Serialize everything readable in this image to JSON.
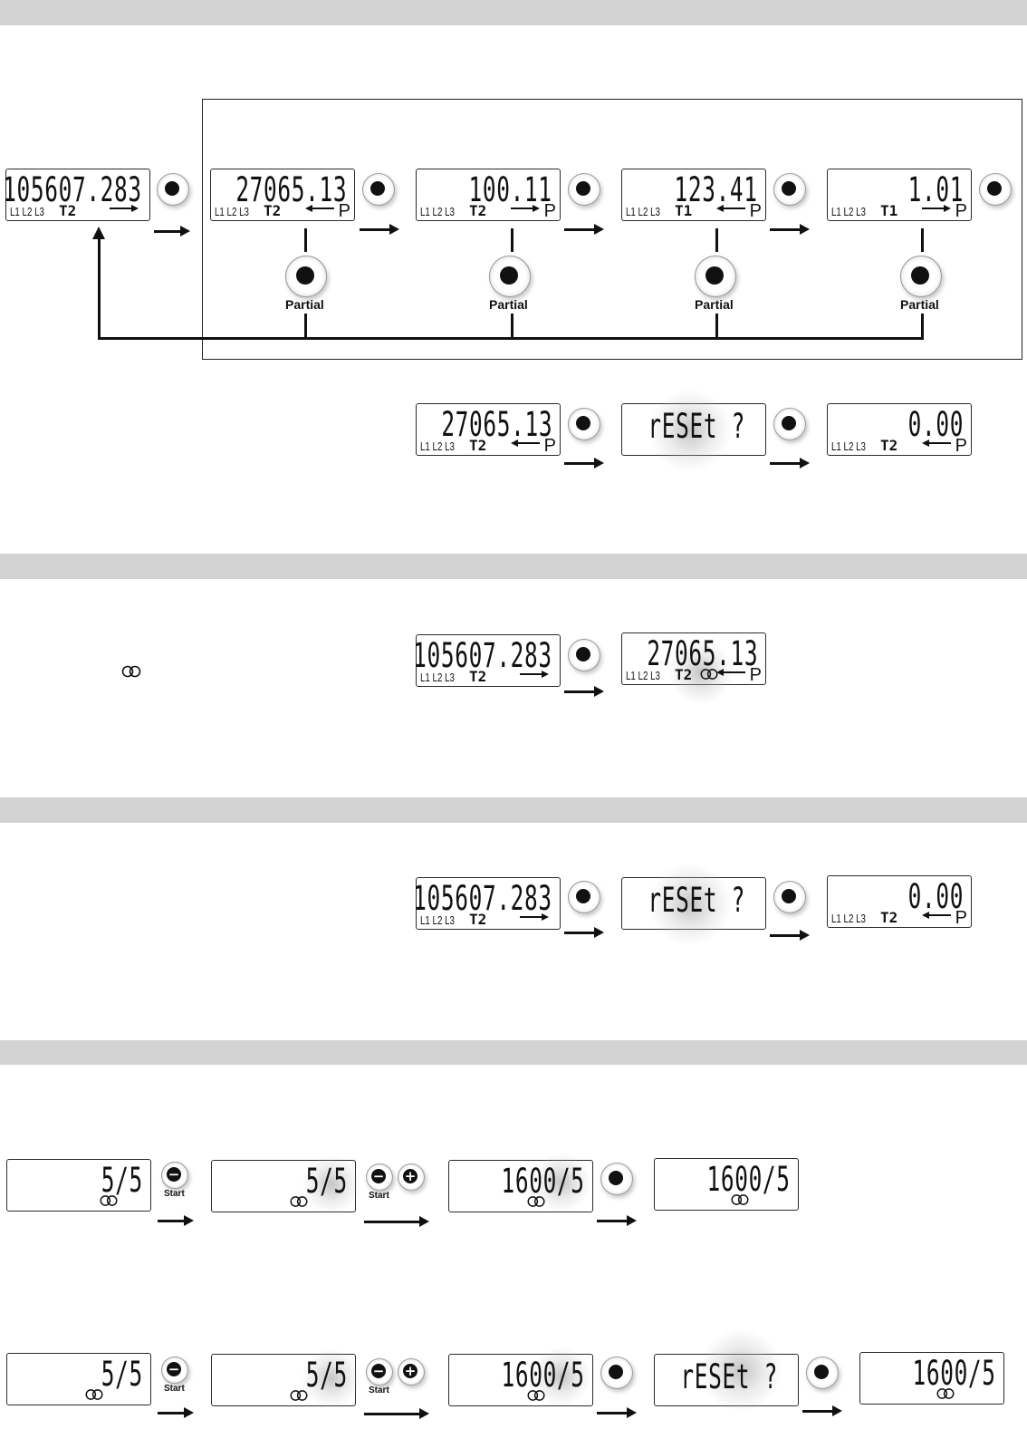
{
  "bands": [
    1,
    2,
    3,
    4
  ],
  "icons": {
    "button": "round-push-button-icon",
    "minus": "minus-button-icon",
    "plus": "plus-button-icon",
    "ct": "current-transformer-icon",
    "flash": "flashing-highlight-icon"
  },
  "labels": {
    "partial": "Partial",
    "start": "Start",
    "minus_sym": "−",
    "plus_sym": "+"
  },
  "row1": [
    {
      "value": "105607.283",
      "phases": "L1 L2 L3",
      "tariff": "T2",
      "dir": "export",
      "flag": ""
    },
    {
      "value": "27065.13",
      "phases": "L1 L2 L3",
      "tariff": "T2",
      "dir": "import",
      "flag": "P"
    },
    {
      "value": "100.11",
      "phases": "L1 L2 L3",
      "tariff": "T2",
      "dir": "export",
      "flag": "P"
    },
    {
      "value": "123.41",
      "phases": "L1 L2 L3",
      "tariff": "T1",
      "dir": "import",
      "flag": "P"
    },
    {
      "value": "1.01",
      "phases": "L1 L2 L3",
      "tariff": "T1",
      "dir": "export",
      "flag": "P"
    }
  ],
  "row2": [
    {
      "value": "27065.13",
      "phases": "L1 L2 L3",
      "tariff": "T2",
      "dir": "import",
      "flag": "P"
    },
    {
      "value": "rESEt ?"
    },
    {
      "value": "0.00",
      "phases": "L1 L2 L3",
      "tariff": "T2",
      "dir": "import",
      "flag": "P"
    }
  ],
  "row3": [
    {
      "value": "105607.283",
      "phases": "L1 L2 L3",
      "tariff": "T2",
      "dir": "export",
      "flag": ""
    },
    {
      "value": "27065.13",
      "phases": "L1 L2 L3",
      "tariff": "T2",
      "dir": "import",
      "flag": "P"
    }
  ],
  "row4": [
    {
      "value": "105607.283",
      "phases": "L1 L2 L3",
      "tariff": "T2",
      "dir": "export",
      "flag": ""
    },
    {
      "value": "rESEt ?"
    },
    {
      "value": "0.00",
      "phases": "L1 L2 L3",
      "tariff": "T2",
      "dir": "import",
      "flag": "P"
    }
  ],
  "row5": [
    {
      "value": "5/5"
    },
    {
      "value": "5/5"
    },
    {
      "value": "1600/5"
    },
    {
      "value": "1600/5"
    }
  ],
  "row6": [
    {
      "value": "5/5"
    },
    {
      "value": "5/5"
    },
    {
      "value": "1600/5"
    },
    {
      "value": "rESEt ?"
    },
    {
      "value": "1600/5"
    }
  ]
}
